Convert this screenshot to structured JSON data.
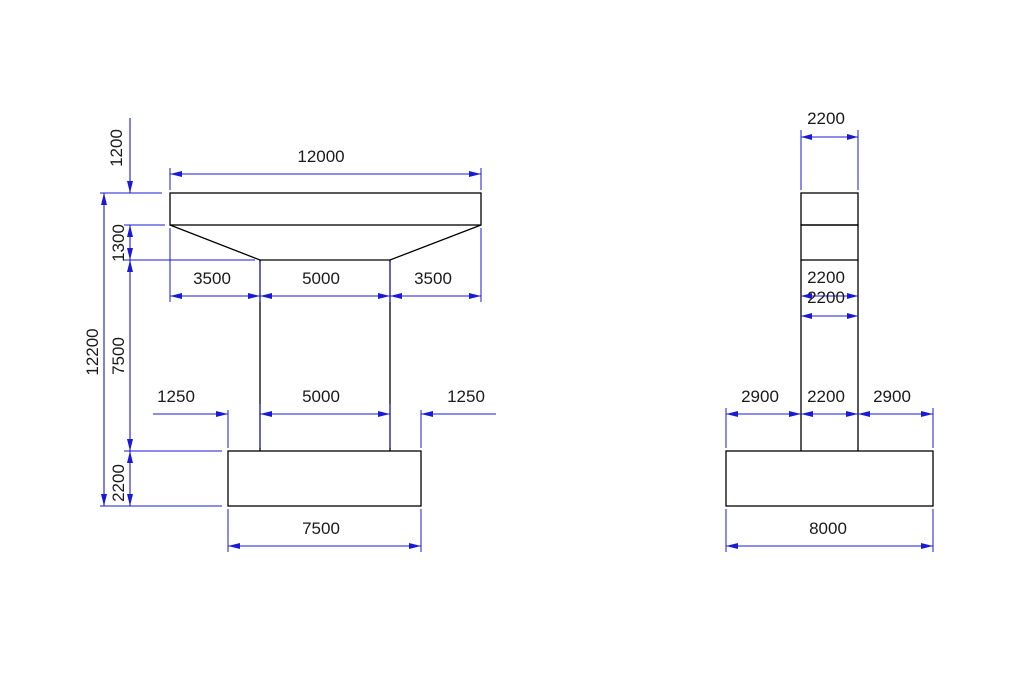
{
  "colors": {
    "object_line": "#000000",
    "dimension_line": "#1a1ad6",
    "background": "#ffffff"
  },
  "front_view": {
    "cap_width": "12000",
    "cap_left_overhang": "3500",
    "column_width_top": "5000",
    "cap_right_overhang": "3500",
    "column_width_bottom": "5000",
    "footing_left_offset": "1250",
    "footing_right_offset": "1250",
    "footing_width": "7500",
    "height_top_above": "1200",
    "cap_taper_height": "1300",
    "total_height": "12200",
    "column_height": "7500",
    "footing_height": "2200"
  },
  "side_view": {
    "cap_thickness": "2200",
    "column_thickness_a": "2200",
    "column_thickness_b": "2200",
    "footing_left_offset": "2900",
    "column_thickness_bottom": "2200",
    "footing_right_offset": "2900",
    "footing_width": "8000"
  }
}
